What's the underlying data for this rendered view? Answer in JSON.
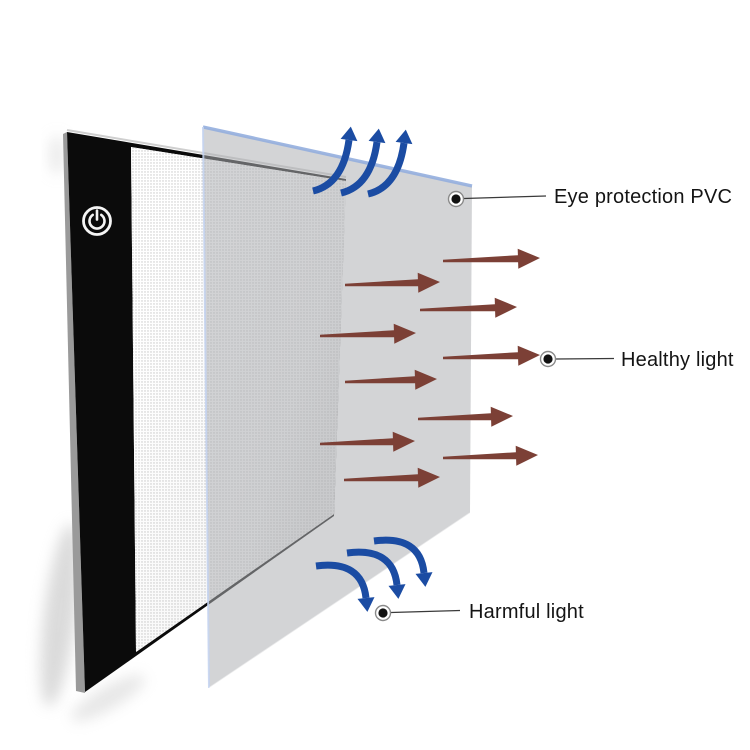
{
  "figure": {
    "kind": "product-feature-diagram",
    "subject": "LED tracing light pad with eye-protection PVC sheet",
    "annotations": [
      {
        "label": "Eye protection PVC"
      },
      {
        "label": "Healthy light"
      },
      {
        "label": "Harmful light"
      }
    ],
    "counts": {
      "healthy_light_arrows": 10,
      "airflow_up_arrows": 3,
      "deflected_down_arrows": 3
    },
    "icons": {
      "power_button": "power-icon"
    },
    "colors": {
      "healthy_light_arrow": "#7c4036",
      "airflow_arrow": "#1b4ca3",
      "pad_frame": "#0b0b0b",
      "pad_side_edge": "#9a9a9a",
      "pad_surface": "#ffffff",
      "pvc_sheet_gray": "#d4d4d4",
      "sheet_edge_glow": "#93aede",
      "label_text": "#141414",
      "leader_line": "#3a3a3a"
    }
  }
}
